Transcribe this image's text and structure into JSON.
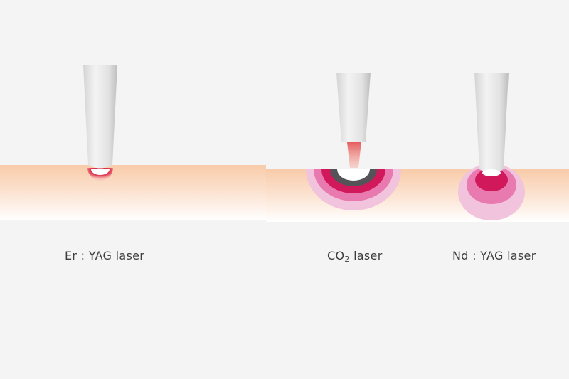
{
  "diagram": {
    "lasers": [
      {
        "name": "Er : YAG laser"
      },
      {
        "formula_main": "CO",
        "formula_sub": "2",
        "formula_rest": " laser"
      },
      {
        "name": "Nd : YAG laser"
      }
    ]
  },
  "colors": {
    "background": "#f4f4f4",
    "skin_top": "#f8cfb0",
    "skin_bottom": "#ffffff",
    "handpiece_light": "#f2f2f2",
    "handpiece_dark": "#c4c4c4",
    "ablation_white": "#ffffff",
    "carbon_dark": "#555358",
    "deep_crimson": "#d0185a",
    "mid_pink": "#e97aaf",
    "light_pink": "#f1c3dc",
    "beam_red": "#e85a5a"
  }
}
